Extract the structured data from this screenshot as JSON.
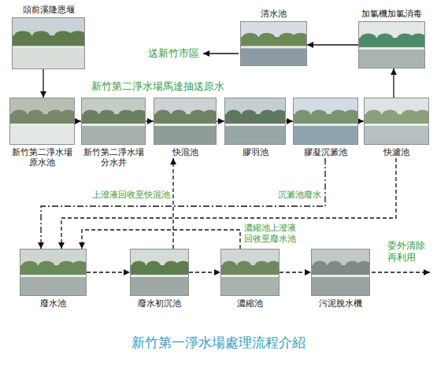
{
  "diagram": {
    "title": "新竹第一淨水場處理流程介紹",
    "nodes": [
      {
        "text": [
          "頭前溪隆恩堰"
        ]
      },
      {
        "text": [
          "清水池"
        ]
      },
      {
        "text": [
          "加氯機加氯消毒"
        ]
      },
      {
        "text": [
          "新竹第二淨水場原水池"
        ]
      },
      {
        "text": [
          "新竹第二淨水場分水井"
        ]
      },
      {
        "text": [
          "快混池"
        ]
      },
      {
        "text": [
          "膠羽池"
        ]
      },
      {
        "text": [
          "膠凝沉澱池"
        ]
      },
      {
        "text": [
          "快濾池"
        ]
      },
      {
        "text": [
          "廢水池"
        ]
      },
      {
        "text": [
          "廢水初沉池"
        ]
      },
      {
        "text": [
          "濃縮池"
        ]
      },
      {
        "text": [
          "污泥脫水機"
        ]
      }
    ],
    "edges": [
      {
        "from": 0,
        "to": 3,
        "arrow": "to"
      },
      {
        "from": 3,
        "to": 4,
        "arrow": "to"
      },
      {
        "from": 4,
        "to": 5,
        "arrow": "to"
      },
      {
        "from": 5,
        "to": 6,
        "arrow": "to"
      },
      {
        "from": 6,
        "to": 7,
        "arrow": "to"
      },
      {
        "from": 7,
        "to": 8,
        "arrow": "to"
      },
      {
        "from": 8,
        "to": 2,
        "arrow": "to"
      },
      {
        "from": 2,
        "to": 1,
        "arrow": "to"
      },
      {
        "from": 7,
        "to": 9,
        "label": "沉澱池廢水",
        "arrow": "to"
      },
      {
        "from": 8,
        "to": 9,
        "arrow": "to"
      },
      {
        "from": 11,
        "to": 9,
        "label": "濃縮池上澄液回收至廢水池",
        "arrow": "to"
      },
      {
        "from": 10,
        "to": 5,
        "label": "上澄液回收至快混池",
        "arrow": "to"
      },
      {
        "from": 9,
        "to": 10,
        "arrow": "to"
      },
      {
        "from": 10,
        "to": 11,
        "arrow": "to"
      },
      {
        "from": 11,
        "to": 12,
        "arrow": "to"
      }
    ],
    "labels": [
      "送新竹市區",
      "新竹第二淨水場馬達抽送原水",
      "委外清除再利用"
    ]
  }
}
